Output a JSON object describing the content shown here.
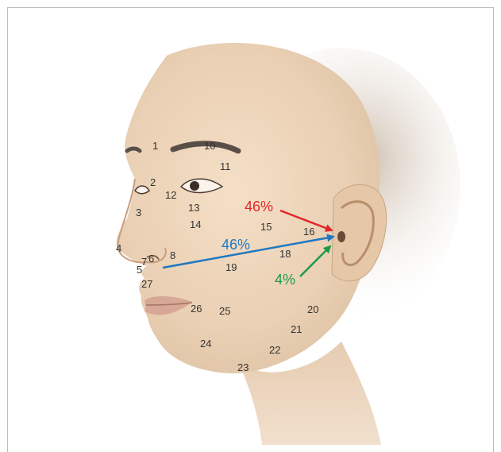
{
  "region_labels": [
    "1",
    "2",
    "3",
    "4",
    "5",
    "6",
    "7",
    "8",
    "10",
    "11",
    "12",
    "13",
    "14",
    "15",
    "16",
    "18",
    "19",
    "20",
    "21",
    "22",
    "23",
    "24",
    "25",
    "26",
    "27"
  ],
  "arrows": [
    {
      "label": "46%",
      "color": "#e3262b"
    },
    {
      "label": "46%",
      "color": "#1f78c2"
    },
    {
      "label": "4%",
      "color": "#1a9a45"
    }
  ]
}
